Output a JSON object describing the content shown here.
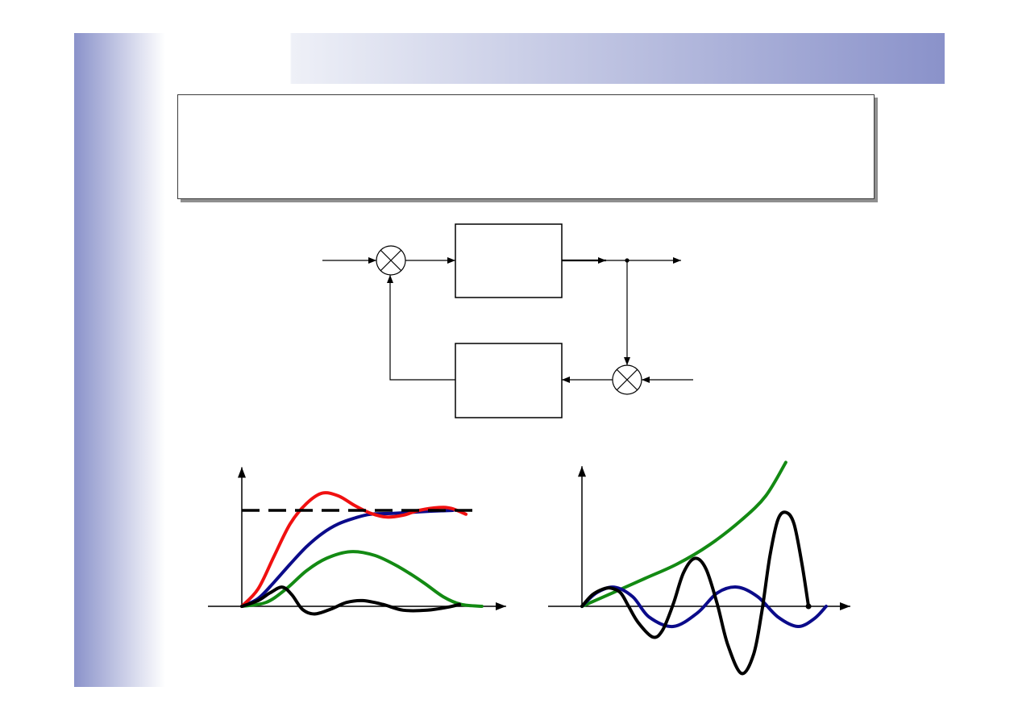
{
  "slide": {
    "accent_color": "#8a92ca",
    "background_color": "#ffffff"
  },
  "text_box": {
    "text": "",
    "border_color": "#3c3c3c",
    "shadow_color": "#8f8f8f"
  },
  "block_diagram": {
    "line_color": "#000000",
    "block_fill": "#ffffff",
    "junction_icon": "summing-junction-icon",
    "branch_icon": "branch-point-icon"
  },
  "chart_data": [
    {
      "type": "line",
      "xlim": [
        -1.4,
        10.93
      ],
      "ylim": [
        -0.1,
        1.45
      ],
      "grid": false,
      "legend": "none",
      "axis_color": "#000000",
      "reference_line": {
        "y": 1,
        "x_range": [
          0,
          9.87
        ],
        "style": "dashed",
        "color": "#000000"
      },
      "series": [
        {
          "color": "#138a13",
          "points": [
            [
              0,
              0
            ],
            [
              1.0,
              0.04
            ],
            [
              1.83,
              0.18
            ],
            [
              2.67,
              0.37
            ],
            [
              3.5,
              0.5
            ],
            [
              4.5,
              0.57
            ],
            [
              5.5,
              0.53
            ],
            [
              6.5,
              0.41
            ],
            [
              7.5,
              0.25
            ],
            [
              8.33,
              0.1
            ],
            [
              9.07,
              0.02
            ],
            [
              9.93,
              0
            ]
          ]
        },
        {
          "color": "#0b0b8a",
          "points": [
            [
              0,
              0
            ],
            [
              0.67,
              0.08
            ],
            [
              1.33,
              0.25
            ],
            [
              2.0,
              0.44
            ],
            [
              2.67,
              0.62
            ],
            [
              3.33,
              0.76
            ],
            [
              4.0,
              0.86
            ],
            [
              4.67,
              0.92
            ],
            [
              5.33,
              0.96
            ],
            [
              6.33,
              0.97
            ],
            [
              7.67,
              0.99
            ],
            [
              8.73,
              1.0
            ]
          ]
        },
        {
          "color": "#f01010",
          "points": [
            [
              0,
              0
            ],
            [
              0.67,
              0.18
            ],
            [
              1.33,
              0.52
            ],
            [
              2.0,
              0.86
            ],
            [
              2.67,
              1.07
            ],
            [
              3.33,
              1.18
            ],
            [
              4.0,
              1.15
            ],
            [
              4.67,
              1.05
            ],
            [
              5.33,
              0.97
            ],
            [
              6.0,
              0.93
            ],
            [
              6.67,
              0.95
            ],
            [
              7.33,
              1.0
            ],
            [
              8.17,
              1.03
            ],
            [
              8.67,
              1.02
            ],
            [
              9.27,
              0.96
            ]
          ]
        },
        {
          "color": "#000000",
          "points": [
            [
              0,
              0
            ],
            [
              0.67,
              0.06
            ],
            [
              1.17,
              0.14
            ],
            [
              1.67,
              0.2
            ],
            [
              2.07,
              0.12
            ],
            [
              2.5,
              -0.03
            ],
            [
              3.0,
              -0.08
            ],
            [
              3.67,
              -0.03
            ],
            [
              4.33,
              0.04
            ],
            [
              5.0,
              0.06
            ],
            [
              5.83,
              0.02
            ],
            [
              6.67,
              -0.04
            ],
            [
              7.67,
              -0.04
            ],
            [
              8.5,
              -0.01
            ],
            [
              9.0,
              0.02
            ]
          ]
        }
      ]
    },
    {
      "type": "line",
      "xlim": [
        -1.4,
        11.1
      ],
      "ylim": [
        -0.7,
        1.46
      ],
      "grid": false,
      "legend": "none",
      "axis_color": "#000000",
      "series": [
        {
          "color": "#138a13",
          "points": [
            [
              0,
              0
            ],
            [
              1.27,
              0.14
            ],
            [
              2.6,
              0.29
            ],
            [
              3.93,
              0.44
            ],
            [
              5.27,
              0.64
            ],
            [
              6.6,
              0.9
            ],
            [
              7.6,
              1.15
            ],
            [
              8.43,
              1.5
            ]
          ]
        },
        {
          "color": "#0b0b8a",
          "points": [
            [
              0,
              0
            ],
            [
              0.6,
              0.14
            ],
            [
              1.33,
              0.2
            ],
            [
              2.1,
              0.1
            ],
            [
              2.77,
              -0.11
            ],
            [
              3.77,
              -0.21
            ],
            [
              4.77,
              -0.07
            ],
            [
              5.6,
              0.14
            ],
            [
              6.43,
              0.2
            ],
            [
              7.27,
              0.1
            ],
            [
              8.1,
              -0.11
            ],
            [
              8.93,
              -0.21
            ],
            [
              9.6,
              -0.13
            ],
            [
              10.1,
              0
            ]
          ]
        },
        {
          "color": "#000000",
          "end_marker": true,
          "points": [
            [
              0,
              0
            ],
            [
              0.43,
              0.12
            ],
            [
              0.87,
              0.18
            ],
            [
              1.2,
              0.19
            ],
            [
              1.6,
              0.14
            ],
            [
              1.93,
              0
            ],
            [
              2.33,
              -0.17
            ],
            [
              2.93,
              -0.32
            ],
            [
              3.33,
              -0.25
            ],
            [
              3.77,
              0.02
            ],
            [
              4.2,
              0.35
            ],
            [
              4.67,
              0.5
            ],
            [
              5.13,
              0.39
            ],
            [
              5.6,
              0.02
            ],
            [
              6.03,
              -0.4
            ],
            [
              6.6,
              -0.7
            ],
            [
              7.1,
              -0.5
            ],
            [
              7.43,
              -0.07
            ],
            [
              7.77,
              0.52
            ],
            [
              8.1,
              0.9
            ],
            [
              8.43,
              0.98
            ],
            [
              8.77,
              0.86
            ],
            [
              9.1,
              0.44
            ],
            [
              9.37,
              0
            ]
          ]
        }
      ]
    }
  ]
}
